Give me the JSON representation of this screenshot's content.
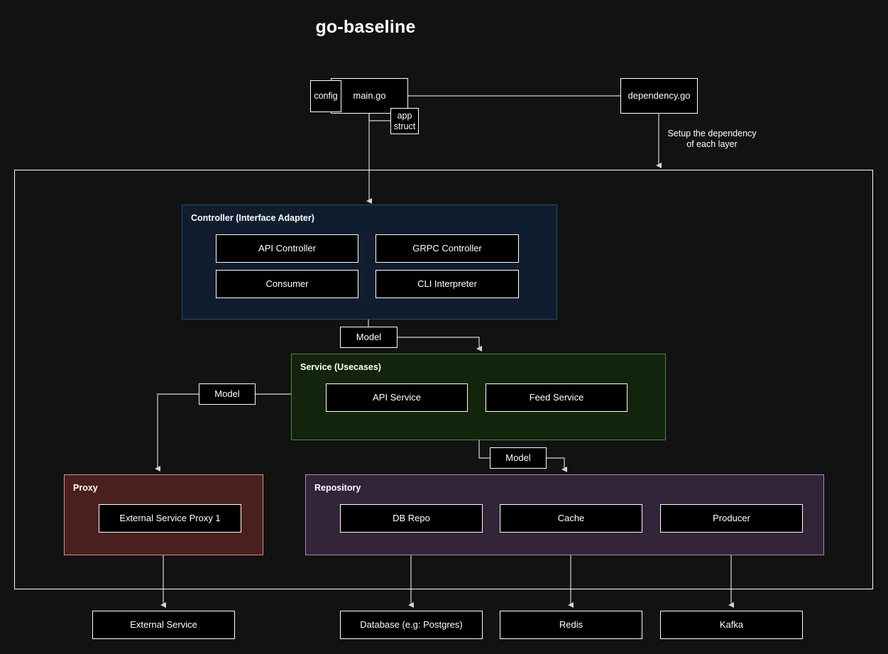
{
  "title": "go-baseline",
  "colors": {
    "background": "#121212",
    "node_fill": "#000000",
    "node_border": "#ffffff",
    "controller_fill": "#101d2e",
    "controller_border": "#2a4a6e",
    "service_fill": "#13240d",
    "service_border": "#4e8a3f",
    "proxy_fill": "#4a201e",
    "proxy_border": "#d98a86",
    "repository_fill": "#332439",
    "repository_border": "#a789bb",
    "edge": "#d6d6d6",
    "text": "#ffffff"
  },
  "top": {
    "config": "config",
    "main": "main.go",
    "app_struct": "app\nstruct",
    "dependency": "dependency.go",
    "dependency_note": "Setup the dependency\nof each layer"
  },
  "layers": {
    "controller": {
      "title": "Controller (Interface Adapter)",
      "nodes": [
        "API Controller",
        "GRPC Controller",
        "Consumer",
        "CLI Interpreter"
      ]
    },
    "service": {
      "title": "Service (Usecases)",
      "nodes": [
        "API Service",
        "Feed Service"
      ]
    },
    "proxy": {
      "title": "Proxy",
      "nodes": [
        "External Service Proxy 1"
      ]
    },
    "repository": {
      "title": "Repository",
      "nodes": [
        "DB Repo",
        "Cache",
        "Producer"
      ]
    }
  },
  "models": {
    "controller_to_service": "Model",
    "service_to_proxy": "Model",
    "service_to_repository": "Model"
  },
  "externals": [
    "External Service",
    "Database (e.g: Postgres)",
    "Redis",
    "Kafka"
  ]
}
